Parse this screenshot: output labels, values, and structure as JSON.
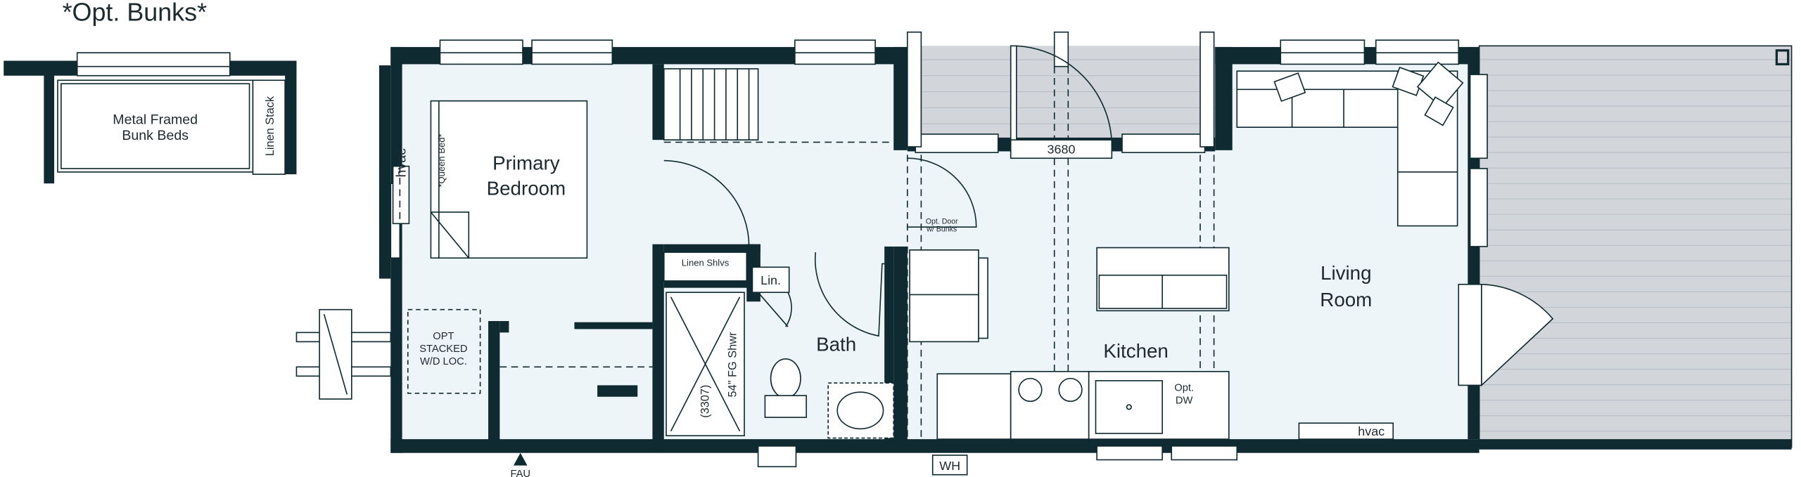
{
  "title": "*Opt. Bunks*",
  "bunk_option": {
    "bed_label_line1": "Metal Framed",
    "bed_label_line2": "Bunk Beds",
    "linen_label": "Linen Stack"
  },
  "rooms": {
    "primary_bedroom_line1": "Primary",
    "primary_bedroom_line2": "Bedroom",
    "bath": "Bath",
    "kitchen": "Kitchen",
    "living_line1": "Living",
    "living_line2": "Room"
  },
  "fixtures": {
    "hvac_bedroom": "hvac",
    "queen_bed": "*Queen Bed*",
    "wd_line1": "OPT",
    "wd_line2": "STACKED",
    "wd_line3": "W/D LOC.",
    "fau": "FAU",
    "linen_shelves": "Linen Shlvs",
    "lin": "Lin.",
    "shower": "54\" FG Shwr",
    "shower_code": "(3307)",
    "opt_door_line1": "Opt. Door",
    "opt_door_line2": "w/ Bunks",
    "door_code": "3680",
    "opt_dw_line1": "Opt.",
    "opt_dw_line2": "DW",
    "wh": "WH",
    "hvac_living": "hvac"
  },
  "colors": {
    "wall": "#0f2a30",
    "floor": "#eef5f9",
    "deck": "#d2d6da"
  }
}
